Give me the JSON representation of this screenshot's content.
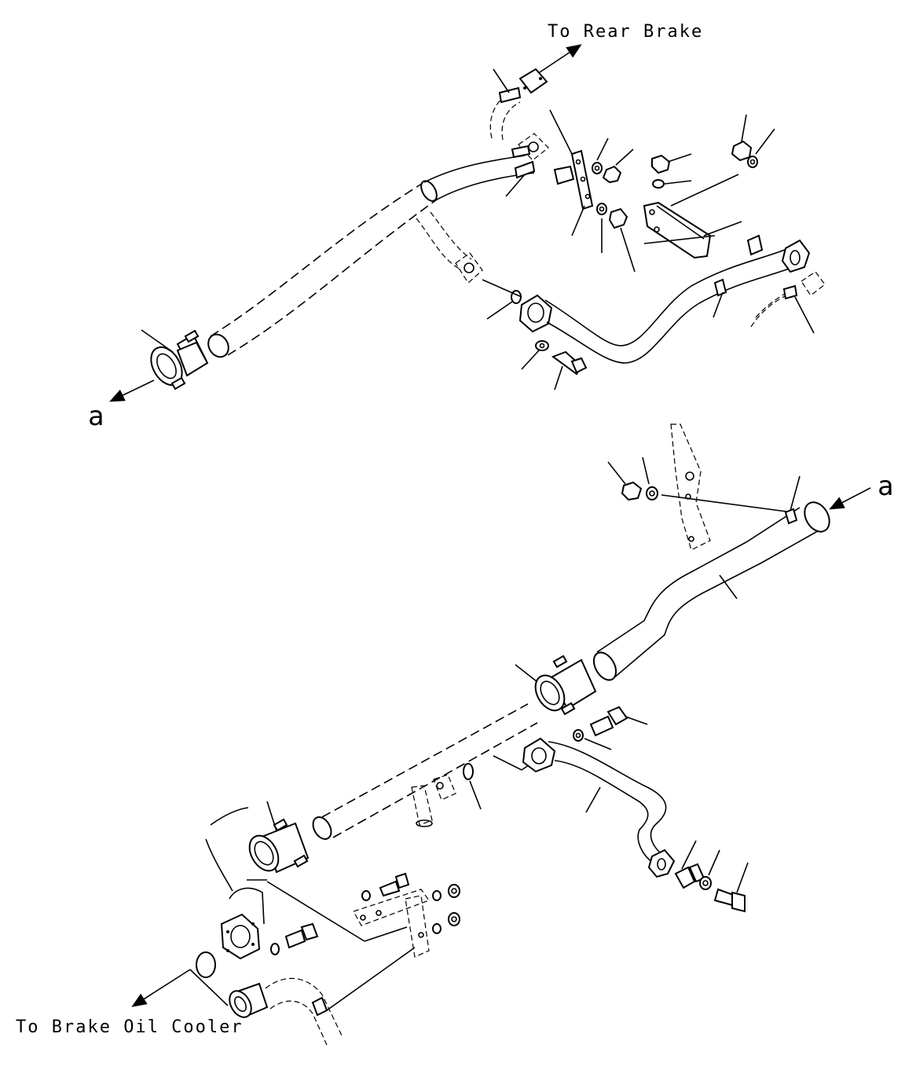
{
  "labels": {
    "to_rear_brake": "To Rear Brake",
    "to_brake_oil_cooler": "To Brake Oil Cooler",
    "ref_a_top": "a",
    "ref_a_right": "a"
  }
}
